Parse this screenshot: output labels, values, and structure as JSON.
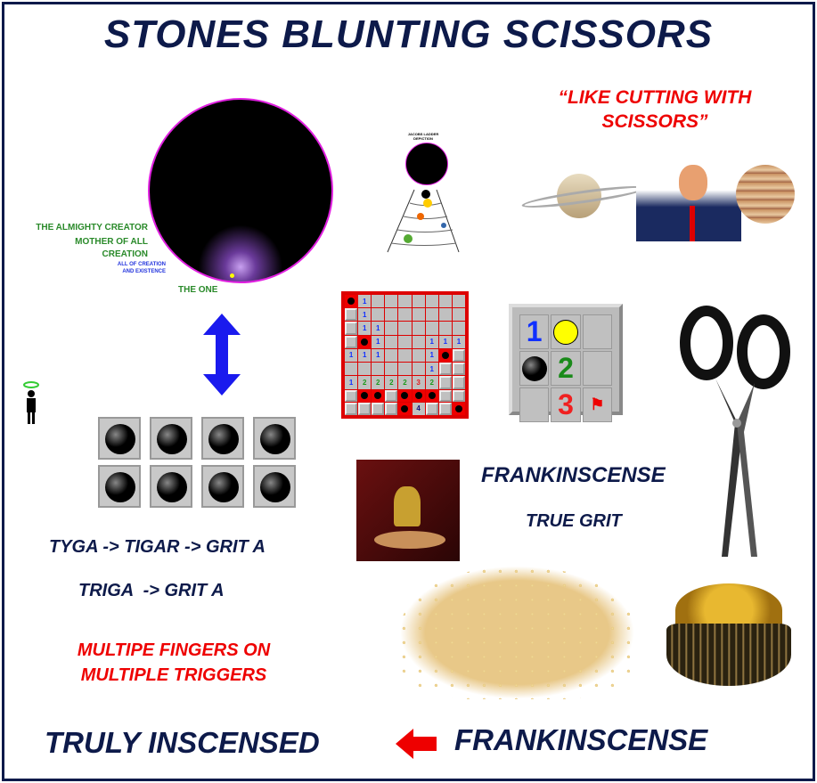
{
  "title": "STONES BLUNTING SCISSORS",
  "quote": "“LIKE CUTTING WITH SCISSORS”",
  "creator_labels": {
    "line1": "THE ALMIGHTY CREATOR",
    "line2": "MOTHER OF ALL",
    "line3": "CREATION",
    "sub1": "ALL OF CREATION",
    "sub2": "AND EXISTENCE",
    "one": "THE ONE"
  },
  "ladder_title": "JACOBS LADDER DEPICTION",
  "minesweeper": [
    [
      "M",
      "1",
      "",
      "",
      "",
      "",
      "",
      "",
      ""
    ],
    [
      "U",
      "1",
      "",
      "",
      "",
      "",
      "",
      "",
      ""
    ],
    [
      "U",
      "1",
      "1",
      "",
      "",
      "",
      "",
      "",
      ""
    ],
    [
      "U",
      "M",
      "1",
      "",
      "",
      "",
      "1",
      "1",
      "1"
    ],
    [
      "1",
      "1",
      "1",
      "",
      "",
      "",
      "1",
      "M",
      "U"
    ],
    [
      "",
      "",
      "",
      "",
      "",
      "",
      "1",
      "U",
      "U"
    ],
    [
      "1",
      "2",
      "2",
      "2",
      "2",
      "3",
      "2",
      "U",
      "U"
    ],
    [
      "U",
      "M",
      "M",
      "U",
      "M",
      "M",
      "M",
      "U",
      "U"
    ],
    [
      "U",
      "U",
      "U",
      "U",
      "M",
      "4",
      "U",
      "U",
      "M"
    ]
  ],
  "small_board": {
    "one": "1",
    "two": "2",
    "three": "3"
  },
  "frankincense_label": "FRANKINSCENSE",
  "true_grit": "TRUE GRIT",
  "tyga": "TYGA -> TIGAR -> GRIT A",
  "triga": "TRIGA  -> GRIT A",
  "fingers": "MULTIPE FINGERS ON MULTIPLE TRIGGERS",
  "bottom_left": "TRULY INSCENSED",
  "bottom_right": "FRANKINSCENSE",
  "colors": {
    "navy": "#0d1a4a",
    "red": "#e00000",
    "green": "#2a8a2a",
    "blue": "#2233dd",
    "magenta": "#e020e0"
  }
}
